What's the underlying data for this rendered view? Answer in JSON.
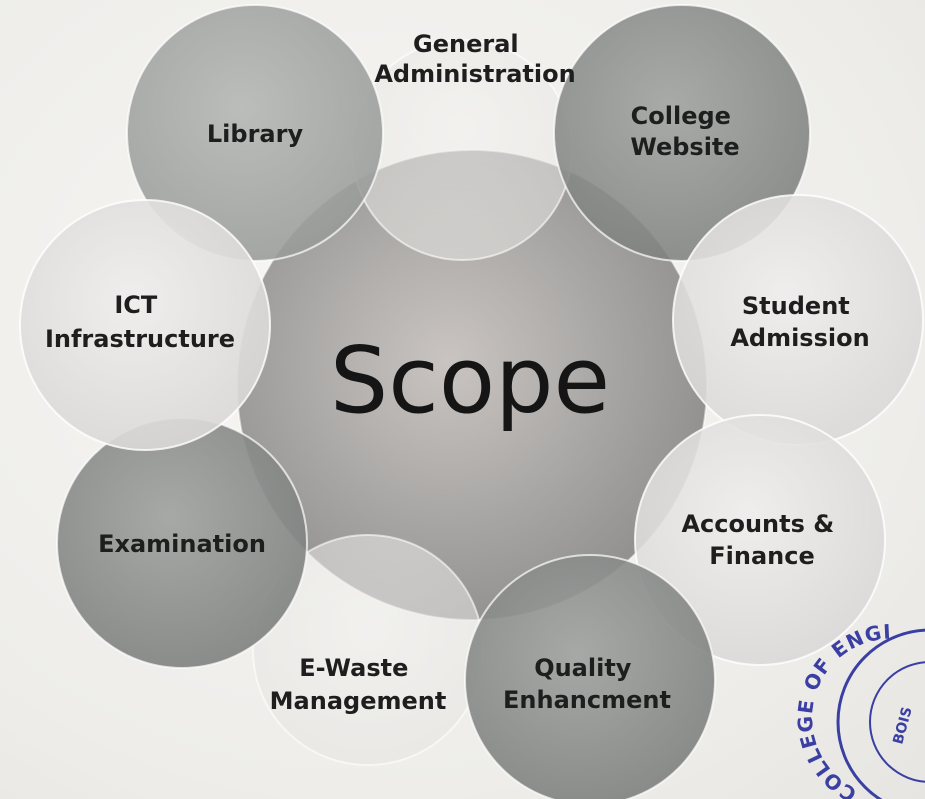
{
  "diagram": {
    "center": {
      "label": "Scope"
    },
    "nodes": [
      {
        "id": "library",
        "label": [
          "Library"
        ]
      },
      {
        "id": "general-administration",
        "label": [
          "General",
          "Administration"
        ]
      },
      {
        "id": "college-website",
        "label": [
          "College",
          "Website"
        ]
      },
      {
        "id": "student-admission",
        "label": [
          "Student",
          "Admission"
        ]
      },
      {
        "id": "accounts-finance",
        "label": [
          "Accounts &",
          "Finance"
        ]
      },
      {
        "id": "quality-enhancement",
        "label": [
          "Quality",
          "Enhancment"
        ]
      },
      {
        "id": "e-waste-management",
        "label": [
          "E-Waste",
          "Management"
        ]
      },
      {
        "id": "examination",
        "label": [
          "Examination"
        ]
      },
      {
        "id": "ict-infrastructure",
        "label": [
          "ICT",
          "Infrastructure"
        ]
      }
    ]
  },
  "stamp": {
    "text": "COLLEGE OF ENGI",
    "inner_text": "BOIS"
  }
}
